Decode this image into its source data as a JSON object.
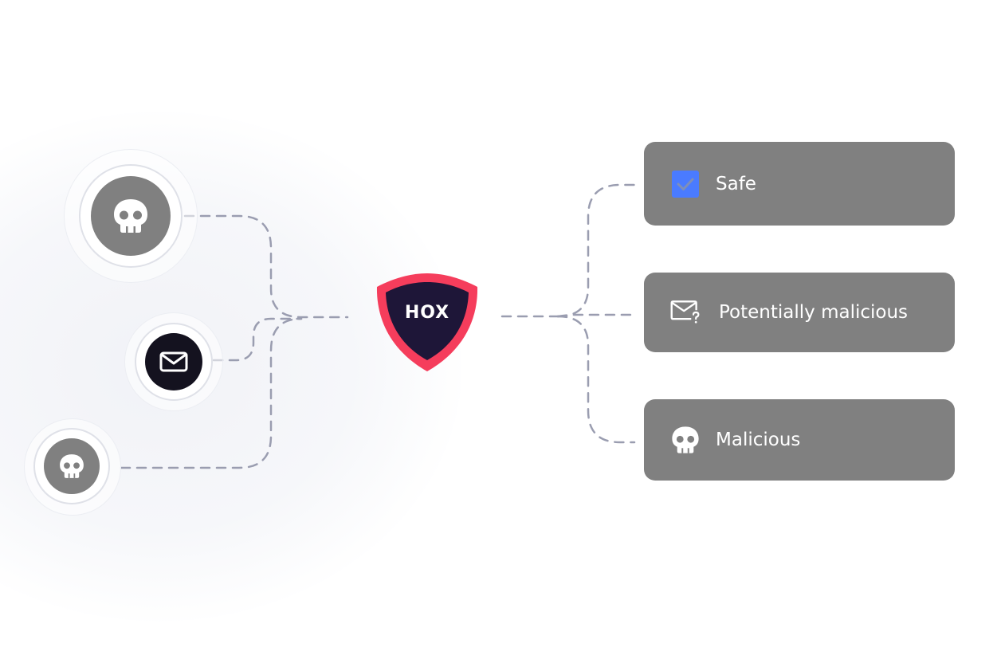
{
  "brand": {
    "label": "HOX",
    "shield_color": "#f53d5c",
    "shield_inner_color": "#1e1638"
  },
  "inputs": [
    {
      "name": "threat-1",
      "icon": "skull-icon"
    },
    {
      "name": "email",
      "icon": "envelope-icon"
    },
    {
      "name": "threat-2",
      "icon": "skull-icon"
    }
  ],
  "results": [
    {
      "label": "Safe",
      "icon": "checkbox-checked-icon",
      "icon_color": "#4a7bff"
    },
    {
      "label": "Potentially malicious",
      "icon": "mail-question-icon"
    },
    {
      "label": "Malicious",
      "icon": "skull-icon"
    }
  ],
  "colors": {
    "card_bg": "#808080",
    "connector": "#9a9db0",
    "email_node": "#14121f"
  }
}
